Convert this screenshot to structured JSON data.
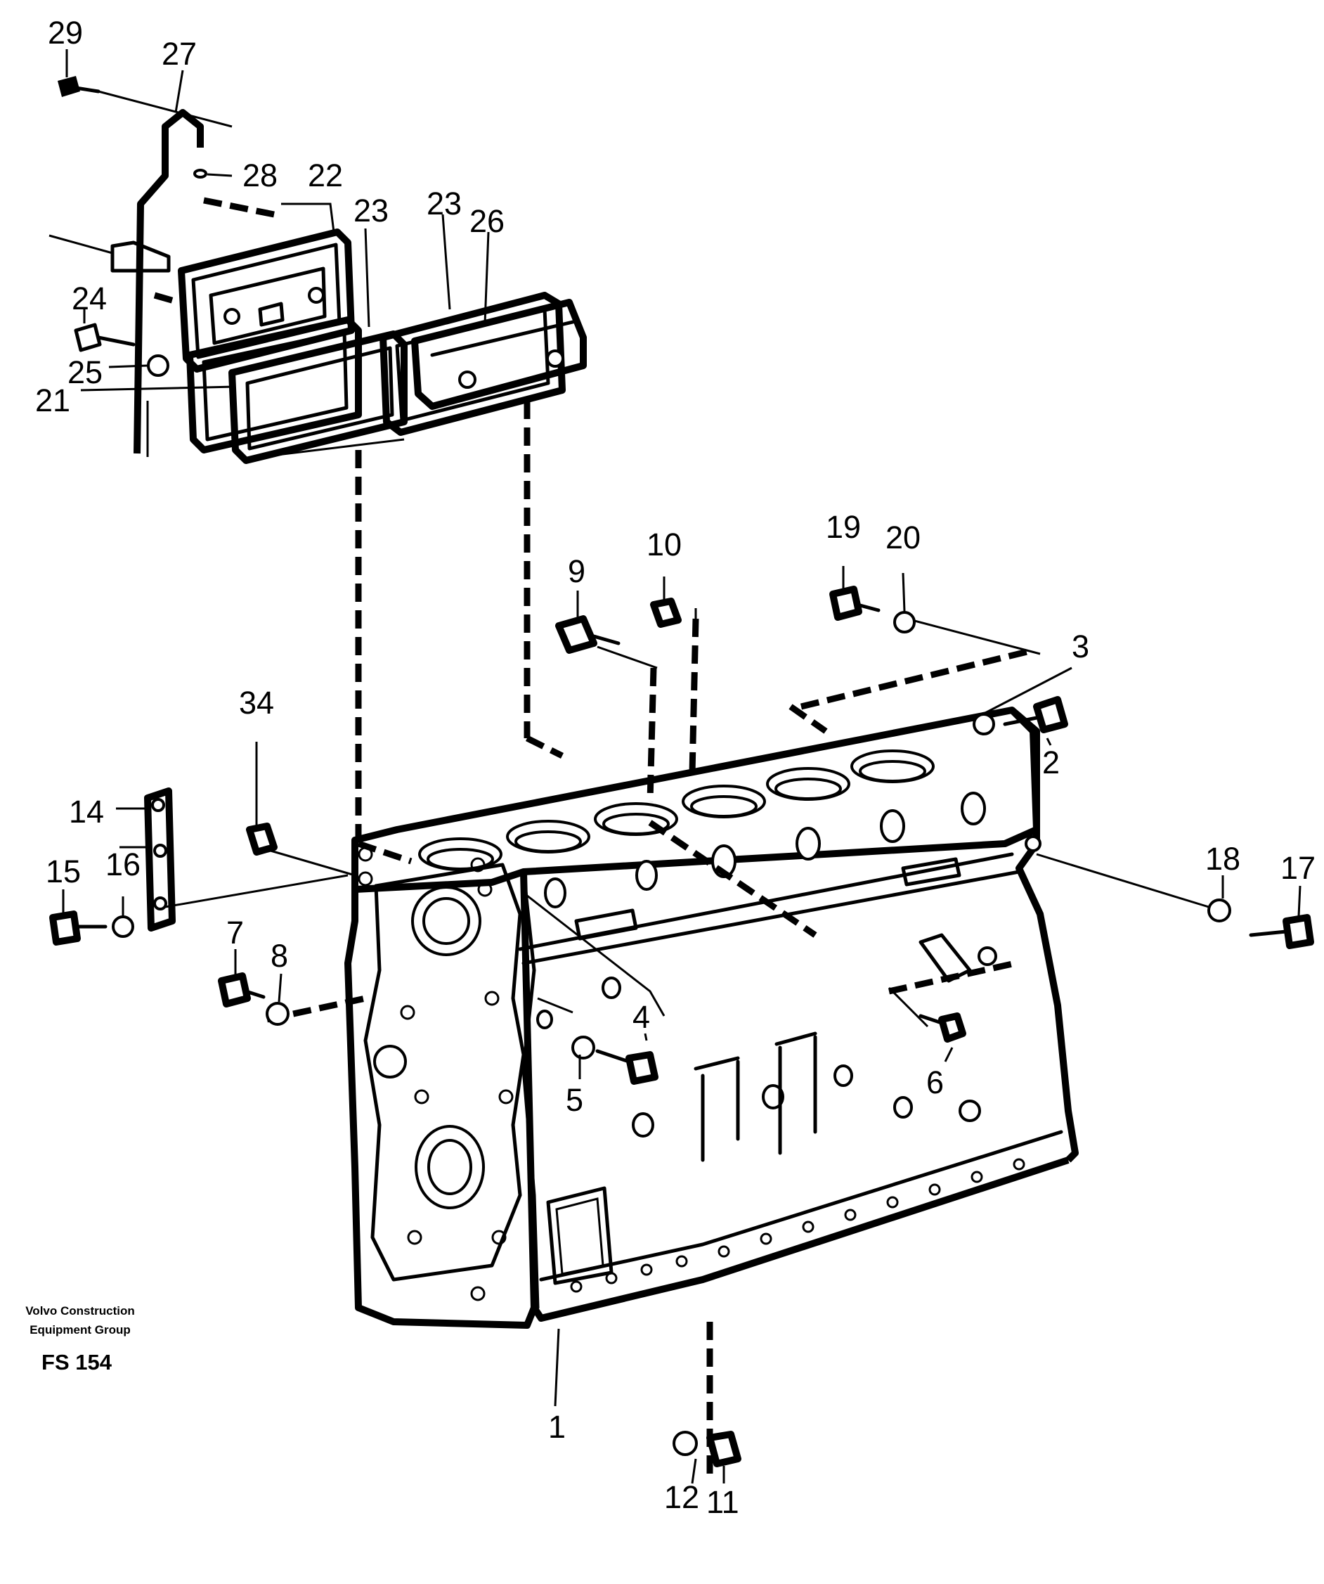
{
  "callouts": {
    "c1": "1",
    "c2": "2",
    "c3": "3",
    "c4": "4",
    "c5": "5",
    "c6": "6",
    "c7": "7",
    "c8": "8",
    "c9": "9",
    "c10": "10",
    "c11": "11",
    "c12": "12",
    "c14": "14",
    "c15": "15",
    "c16": "16",
    "c17": "17",
    "c18": "18",
    "c19": "19",
    "c20": "20",
    "c21": "21",
    "c22": "22",
    "c23a": "23",
    "c23b": "23",
    "c24": "24",
    "c25": "25",
    "c26": "26",
    "c27": "27",
    "c28": "28",
    "c29": "29",
    "c34": "34"
  },
  "caption": {
    "company_line1": "Volvo Construction",
    "company_line2": "Equipment Group",
    "code": "FS 154"
  }
}
